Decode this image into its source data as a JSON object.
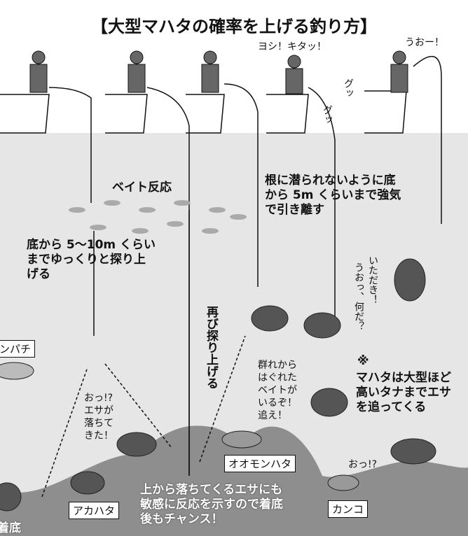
{
  "title": "【大型マハタの確率を上げる釣り方】",
  "colors": {
    "water": "#e6e6e6",
    "seabed": "#8e8e8e",
    "line": "#111111"
  },
  "callouts": {
    "hit": "ヨシ！キタッ！",
    "uoo": "うおー！",
    "bait_reaction": "ベイト反応",
    "slow_lift": [
      "底から 5〜10m くらい",
      "までゆっくりと探り上",
      "げる"
    ],
    "pull_away": [
      "根に潜られないように底",
      "から 5m くらいまで強気",
      "で引き離す"
    ],
    "lift_again": "再び探り上げる",
    "bait_fell": [
      "おっ!?",
      "エサが",
      "落ちて",
      "きた！"
    ],
    "stray_bait": [
      "群れから",
      "はぐれた",
      "ベイトが",
      "いるぞ！",
      "追え！"
    ],
    "got_it": "いただき！",
    "what": "うおっ、何だ？",
    "note_mark": "※",
    "note": [
      "マハタは大型ほど",
      "高いタナまでエサ",
      "を追ってくる"
    ],
    "oh": "おっ!?",
    "sensitive": [
      "上から落ちてくるエサにも",
      "敏感に反応を示すので着底",
      "後もチャンス！"
    ],
    "touch_bottom": "着底",
    "sfx_gu": "グッ",
    "sfx_gugu": "グッ"
  },
  "labels": {
    "kanpachi": "カンパチ",
    "akahata": "アカハタ",
    "oomonhata": "オオモンハタ",
    "kanko": "カンコ"
  }
}
